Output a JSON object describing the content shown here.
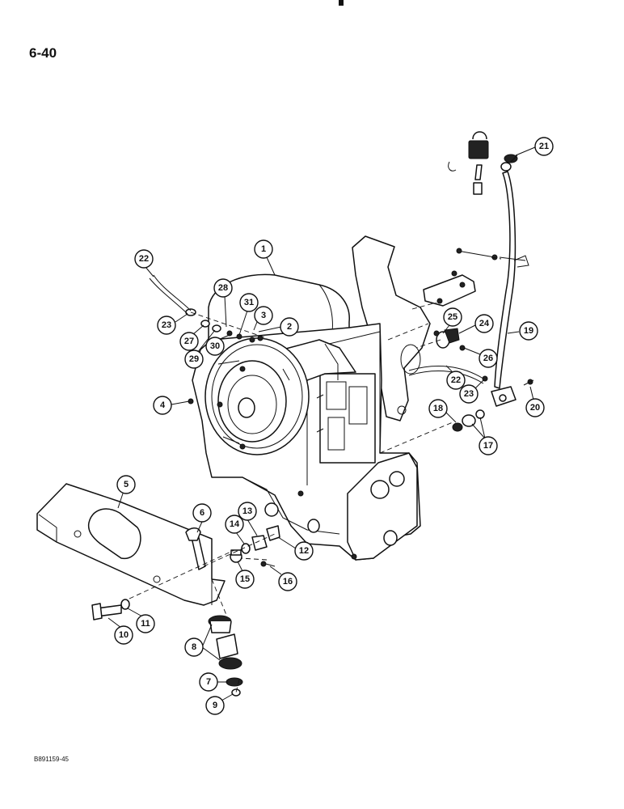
{
  "page_number": "6-40",
  "drawing_code": "B891159-45",
  "callouts": [
    "1",
    "2",
    "3",
    "4",
    "5",
    "6",
    "7",
    "8",
    "9",
    "10",
    "11",
    "12",
    "13",
    "14",
    "15",
    "16",
    "17",
    "18",
    "19",
    "20",
    "21",
    "22",
    "22",
    "23",
    "23",
    "24",
    "25",
    "26",
    "27",
    "28",
    "29",
    "30",
    "31"
  ]
}
